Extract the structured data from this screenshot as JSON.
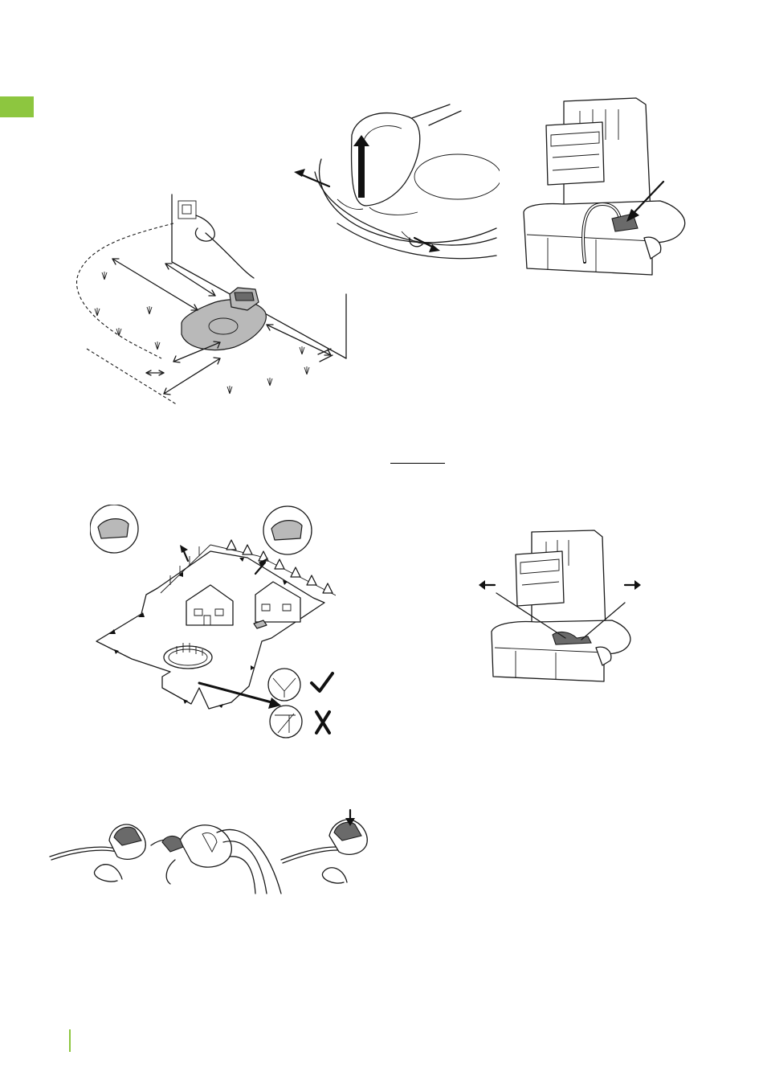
{
  "page": {
    "accent_color": "#8dc63f",
    "figures": [
      {
        "id": "charging-station-placement",
        "icon": "station-clearance-diagram"
      },
      {
        "id": "mower-cover-removal",
        "icon": "mower-body-lift-diagram"
      },
      {
        "id": "station-cable-connection",
        "icon": "station-cable-plug-diagram"
      },
      {
        "id": "boundary-wire-layout",
        "icon": "garden-boundary-layout-diagram"
      },
      {
        "id": "station-wire-routing",
        "icon": "station-wire-routing-diagram"
      },
      {
        "id": "wire-coupler-joining",
        "icon": "wire-coupler-pliers-diagram"
      }
    ]
  }
}
